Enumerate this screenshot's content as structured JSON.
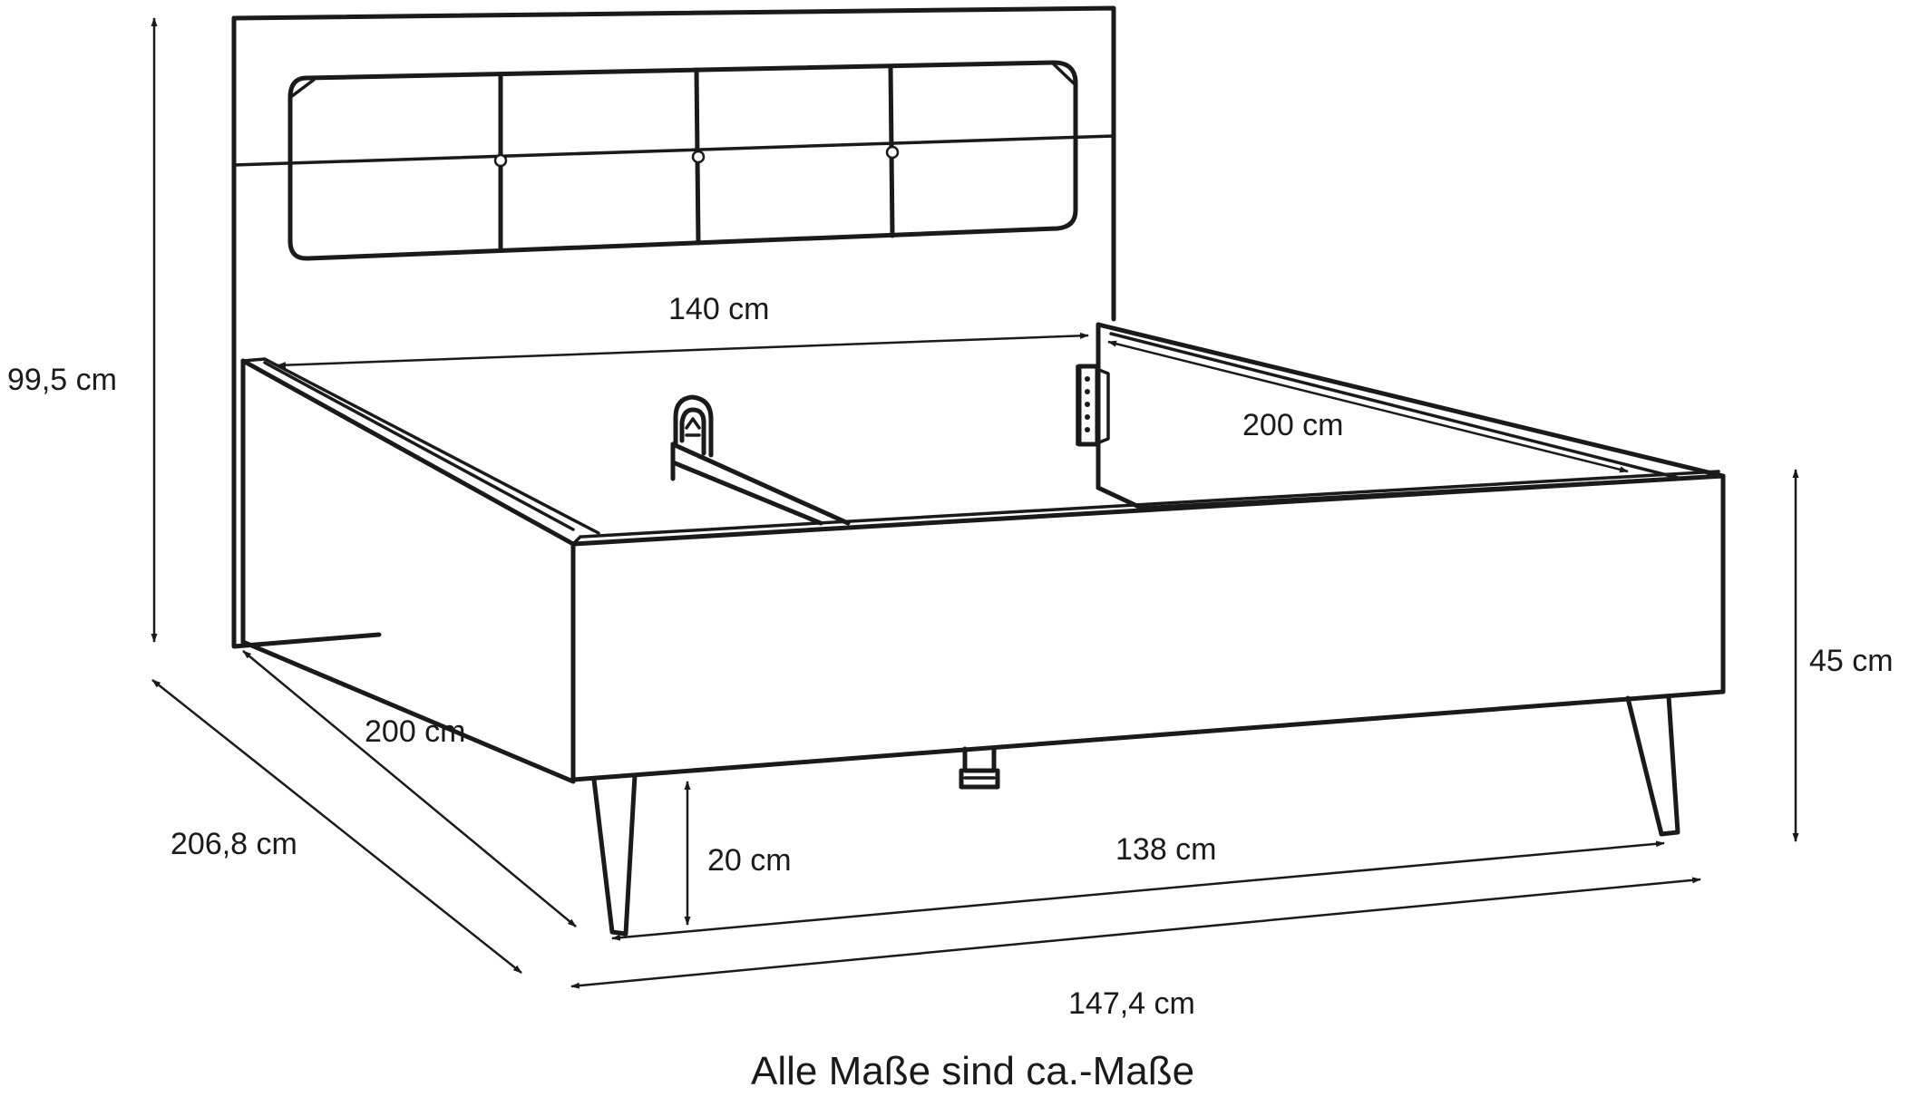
{
  "dimensions": {
    "headboard_height": "99,5 cm",
    "inner_width": "140 cm",
    "inner_length_right": "200 cm",
    "inner_length_left": "200 cm",
    "overall_length": "206,8 cm",
    "frame_height": "45 cm",
    "leg_height": "20 cm",
    "leg_span": "138 cm",
    "overall_width": "147,4 cm"
  },
  "footer_note": "Alle Maße sind ca.-Maße"
}
